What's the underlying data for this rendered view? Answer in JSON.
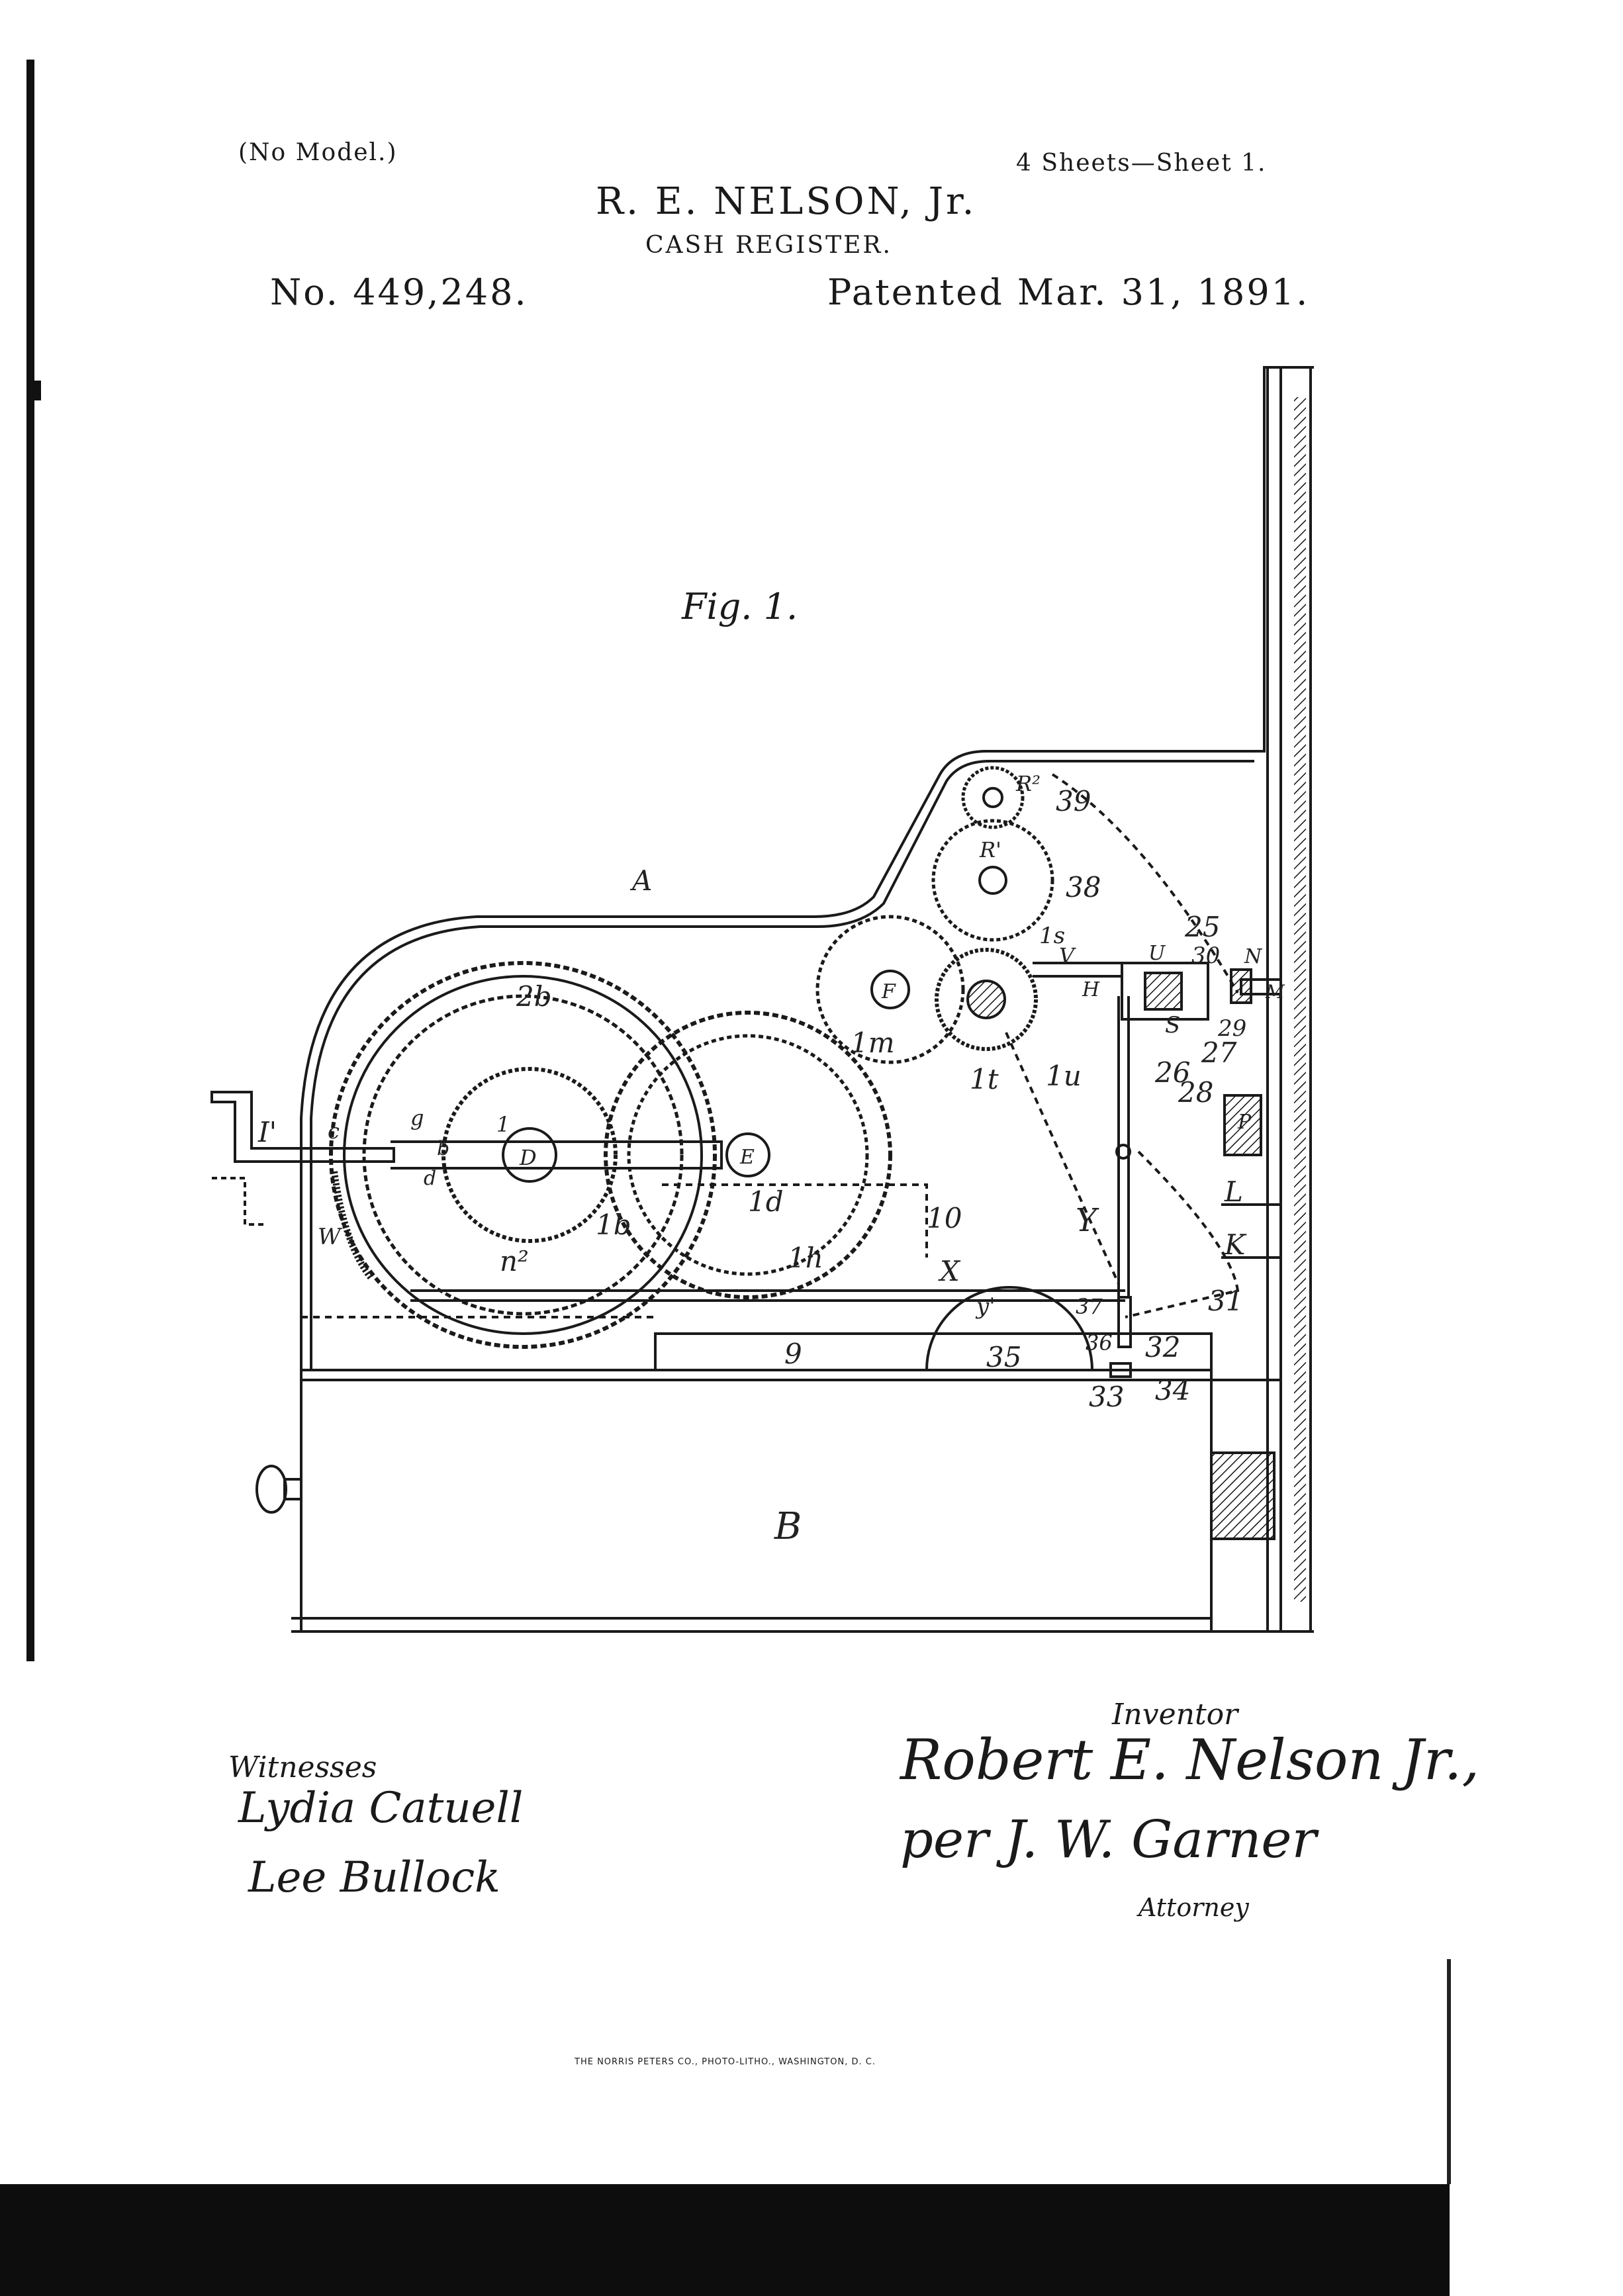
{
  "header": {
    "model_note": "(No Model.)",
    "sheets": "4 Sheets—Sheet 1.",
    "inventor_name": "R. E. NELSON, Jr.",
    "title": "CASH REGISTER.",
    "patent_number": "No. 449,248.",
    "patent_date": "Patented Mar. 31, 1891."
  },
  "figure": {
    "label": "Fig. 1.",
    "parts": {
      "A": "A",
      "B": "B",
      "D": "D",
      "E": "E",
      "F": "F",
      "R1": "R'",
      "R2": "R²",
      "I1": "I'",
      "W": "W",
      "H": "H",
      "V": "V",
      "U": "U",
      "S": "S",
      "Y": "Y",
      "X": "X",
      "P": "P",
      "L": "L",
      "K": "K",
      "N": "N",
      "M": "M",
      "n2": "n²",
      "n25": "25",
      "n26": "26",
      "n27": "27",
      "n28": "28",
      "n29": "29",
      "n30": "30",
      "n31": "31",
      "n32": "32",
      "n33": "33",
      "n34": "34",
      "n35": "35",
      "n36": "36",
      "n37": "37",
      "n38": "38",
      "n39": "39",
      "n9": "9",
      "n10": "10",
      "g2b": "2b",
      "g1m": "1m",
      "g1t": "1t",
      "g1u": "1u",
      "g1s": "1s",
      "g1h": "1h",
      "g1d": "1d",
      "g1b": "1b",
      "g1": "1",
      "c": "c",
      "g": "g",
      "b": "b",
      "d": "d",
      "y1": "y'"
    }
  },
  "witnesses": {
    "heading": "Witnesses",
    "names": [
      "Lydia Catuell",
      "Lee Bullock"
    ]
  },
  "inventor": {
    "heading": "Inventor",
    "signature": "Robert E. Nelson Jr.,",
    "per": "per J. W. Garner",
    "attorney_label": "Attorney"
  },
  "imprint": "THE NORRIS PETERS CO., PHOTO-LITHO., WASHINGTON, D. C."
}
